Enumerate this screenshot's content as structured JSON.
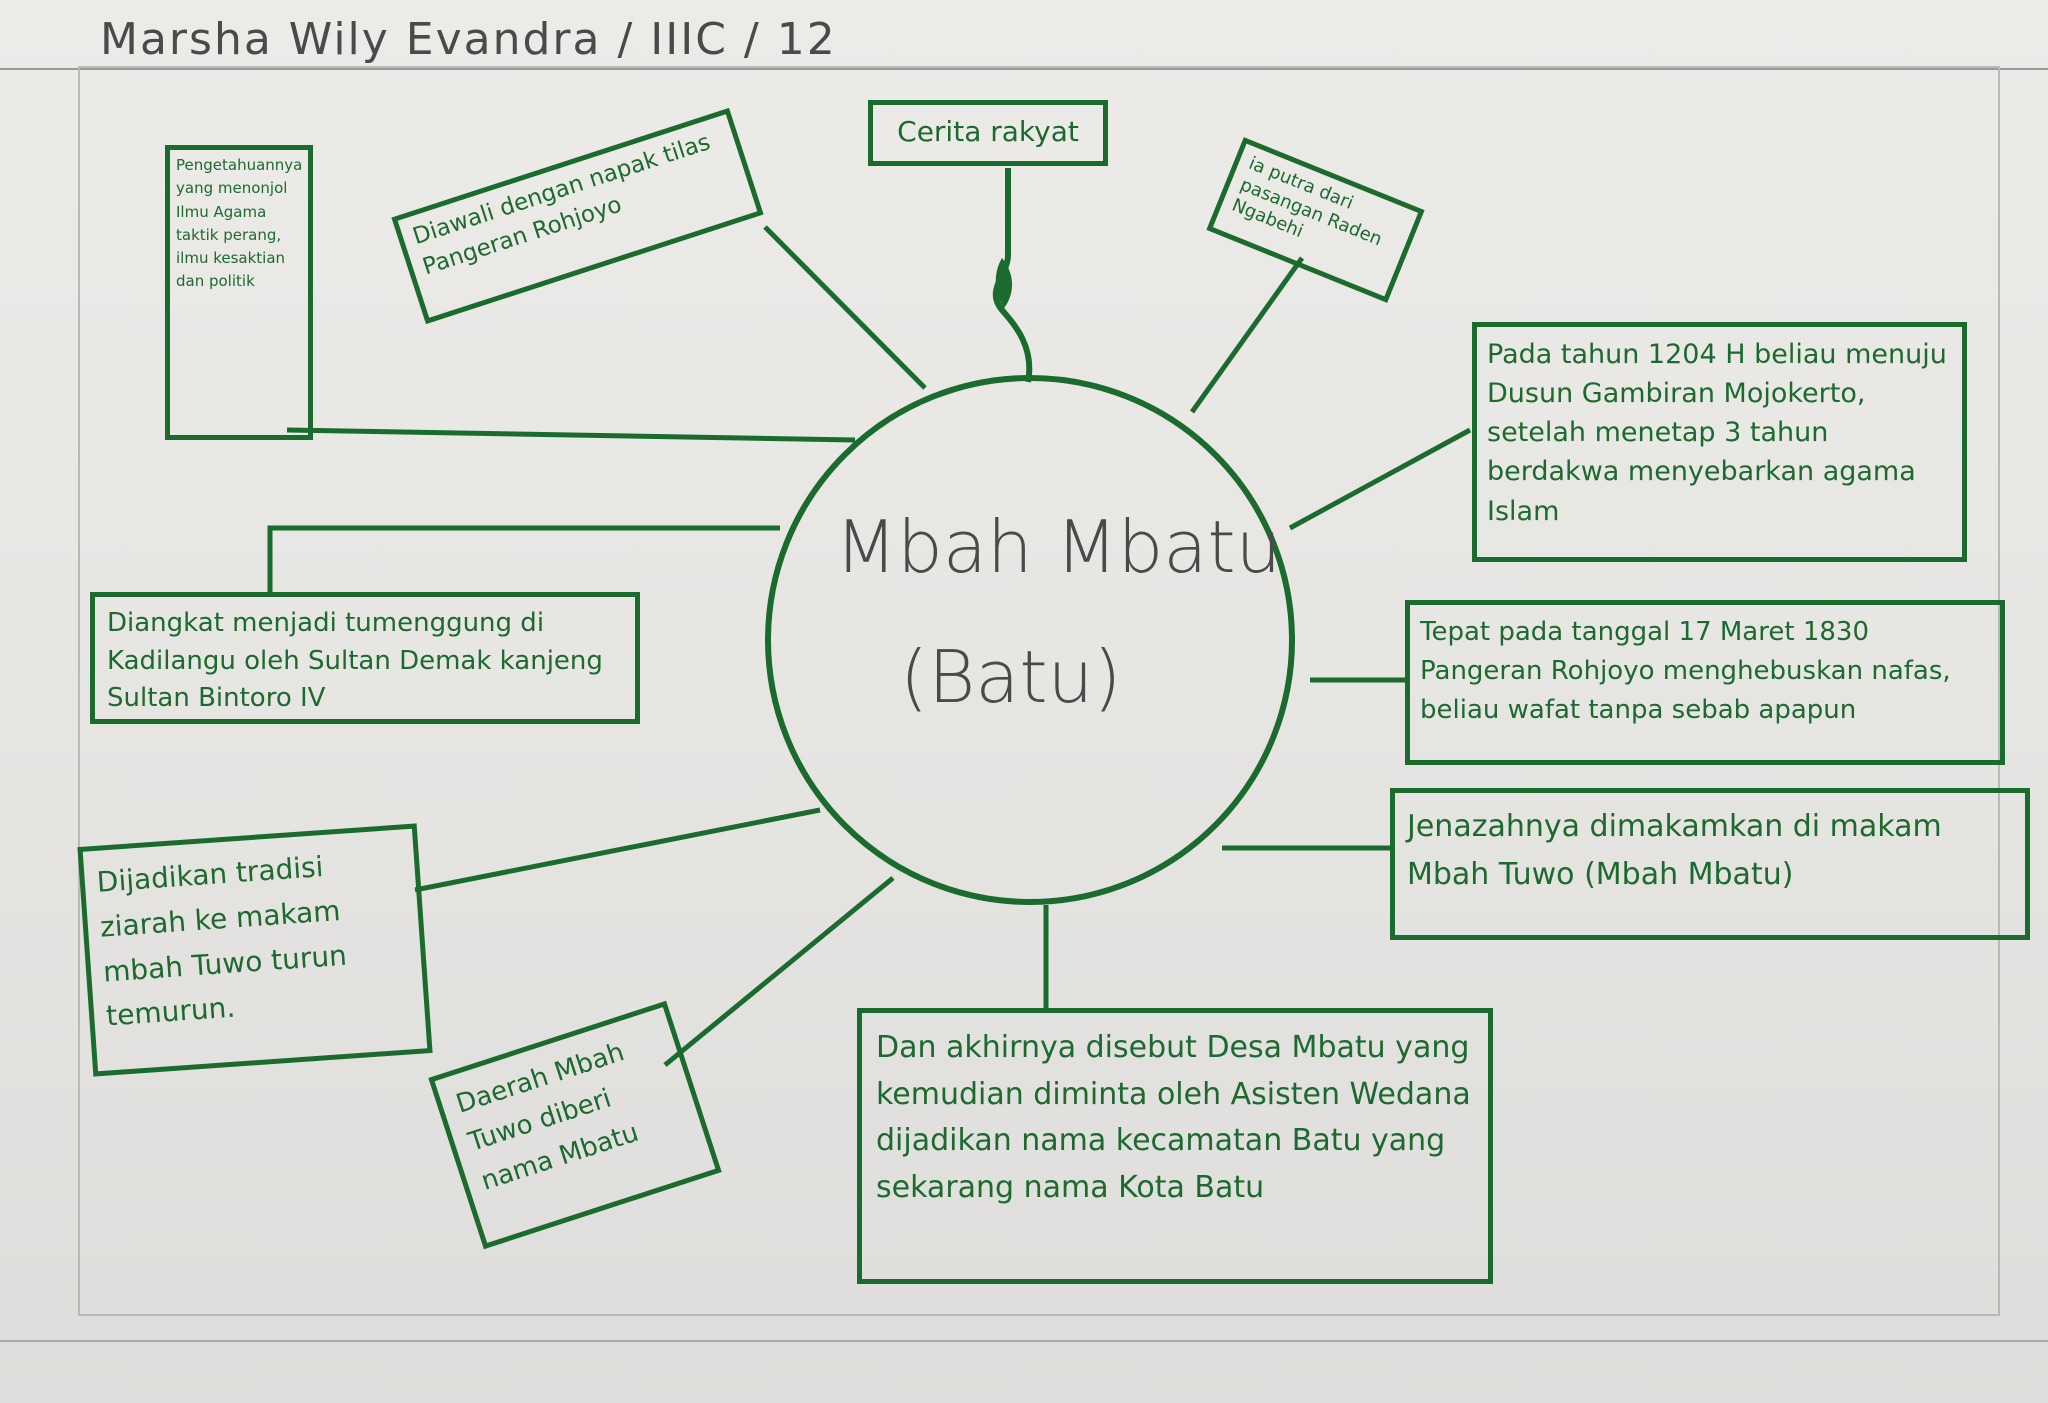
{
  "author": "Marsha Wily Evandra / IIIC / 12",
  "center": {
    "title": "Mbah Mbatu",
    "subtitle": "(Batu)"
  },
  "nodes": {
    "cerita_rakyat": "Cerita rakyat",
    "diawali": "Diawali dengan napak tilas Pangeran Rohjoyo",
    "putra": "ia putra dari pasangan Raden Ngabehi",
    "pengetahuan": "Pengetahuannya yang menonjol Ilmu Agama taktik perang, ilmu kesaktian dan politik",
    "tahun_1204": "Pada tahun 1204 H beliau menuju Dusun Gambiran Mojokerto, setelah menetap 3 tahun berdakwa menyebarkan agama Islam",
    "diangkat": "Diangkat menjadi tumenggung di Kadilangu oleh Sultan Demak kanjeng Sultan Bintoro IV",
    "tepat": "Tepat pada tanggal 17 Maret 1830 Pangeran Rohjoyo menghebuskan nafas, beliau wafat tanpa sebab apapun",
    "jenazah": "Jenazahnya dimakamkan di makam Mbah Tuwo (Mbah Mbatu)",
    "dijadikan": "Dijadikan tradisi ziarah ke makam mbah Tuwo turun temurun.",
    "daerah": "Daerah Mbah Tuwo diberi nama Mbatu",
    "akhirnya": "Dan akhirnya disebut Desa Mbatu yang kemudian diminta oleh Asisten Wedana dijadikan nama kecamatan Batu yang sekarang nama Kota Batu"
  },
  "colors": {
    "ink_green": "#1b6b2e",
    "pencil": "#4a4a4a",
    "paper": "#e9e8e5"
  }
}
